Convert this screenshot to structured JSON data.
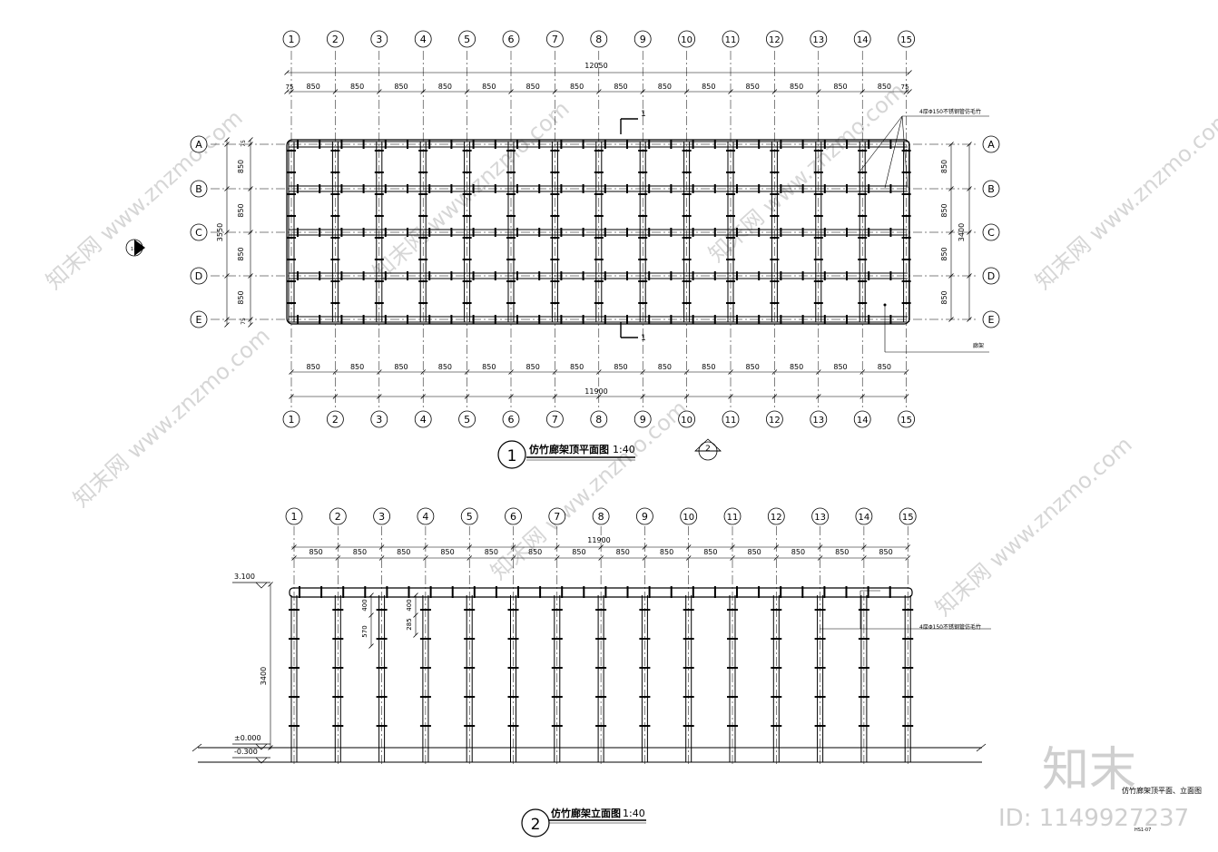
{
  "plan": {
    "grid_x_labels": [
      "1",
      "2",
      "3",
      "4",
      "5",
      "6",
      "7",
      "8",
      "9",
      "10",
      "11",
      "12",
      "13",
      "14",
      "15"
    ],
    "grid_y_labels": [
      "A",
      "B",
      "C",
      "D",
      "E"
    ],
    "overall_top": "12050",
    "overall_bottom": "11900",
    "edge_dim": "75",
    "bay_dim": "850",
    "left_total": "3550",
    "right_total": "3400",
    "section_mark": "1",
    "section_mark_side": "1-1",
    "elev_mark": "2",
    "callout_top": "4厚Φ150不锈钢管仿毛竹",
    "callout_bottom": "廊架",
    "title": "仿竹廊架顶平面图",
    "title_no": "1",
    "scale": "1:40"
  },
  "elevation": {
    "grid_x_labels": [
      "1",
      "2",
      "3",
      "4",
      "5",
      "6",
      "7",
      "8",
      "9",
      "10",
      "11",
      "12",
      "13",
      "14",
      "15"
    ],
    "overall": "11900",
    "bay_dim": "850",
    "top_level": "3.100",
    "zero_level": "±0.000",
    "base_level": "-0.300",
    "height_dim": "3400",
    "dim_400a": "400",
    "dim_570": "570",
    "dim_400b": "400",
    "dim_285": "285",
    "callout": "4厚Φ150不锈钢管仿毛竹",
    "title": "仿竹廊架立面图",
    "title_no": "2",
    "scale": "1:40"
  },
  "sheet": {
    "sheet_title": "仿竹廊架顶平面、立面图",
    "sheet_no": "HS1-07"
  },
  "watermark": {
    "site": "www.znzmo.com",
    "brand": "知末网",
    "logo": "知末",
    "id": "ID: 1149927237"
  }
}
